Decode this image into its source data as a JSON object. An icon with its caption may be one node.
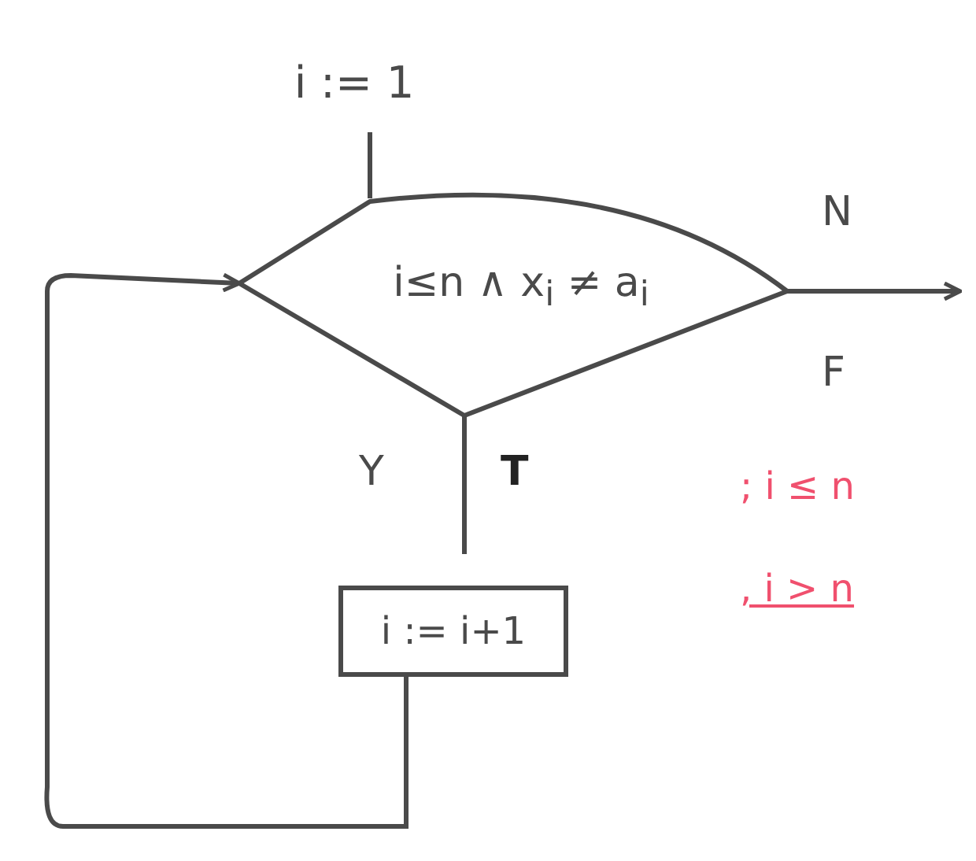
{
  "diagram": {
    "nodes": [
      {
        "text": [
          "i := 1"
        ]
      },
      {
        "text": [
          "i≤n ∧ x$_{i}$ ≠ a$_{i}$"
        ]
      },
      {
        "text": [
          "i := i+1"
        ]
      }
    ],
    "edges": [
      {
        "from": 0,
        "to": 1,
        "arrow": "none"
      },
      {
        "from": 1,
        "to": 2,
        "arrow": "none"
      },
      {
        "from": 2,
        "to": 1,
        "arrow": "to"
      },
      {
        "from": 1,
        "to": null,
        "arrow": "to"
      }
    ],
    "labels": [
      "N",
      "F",
      "Y",
      "T",
      "; i ≤ n",
      ", i > n"
    ]
  }
}
